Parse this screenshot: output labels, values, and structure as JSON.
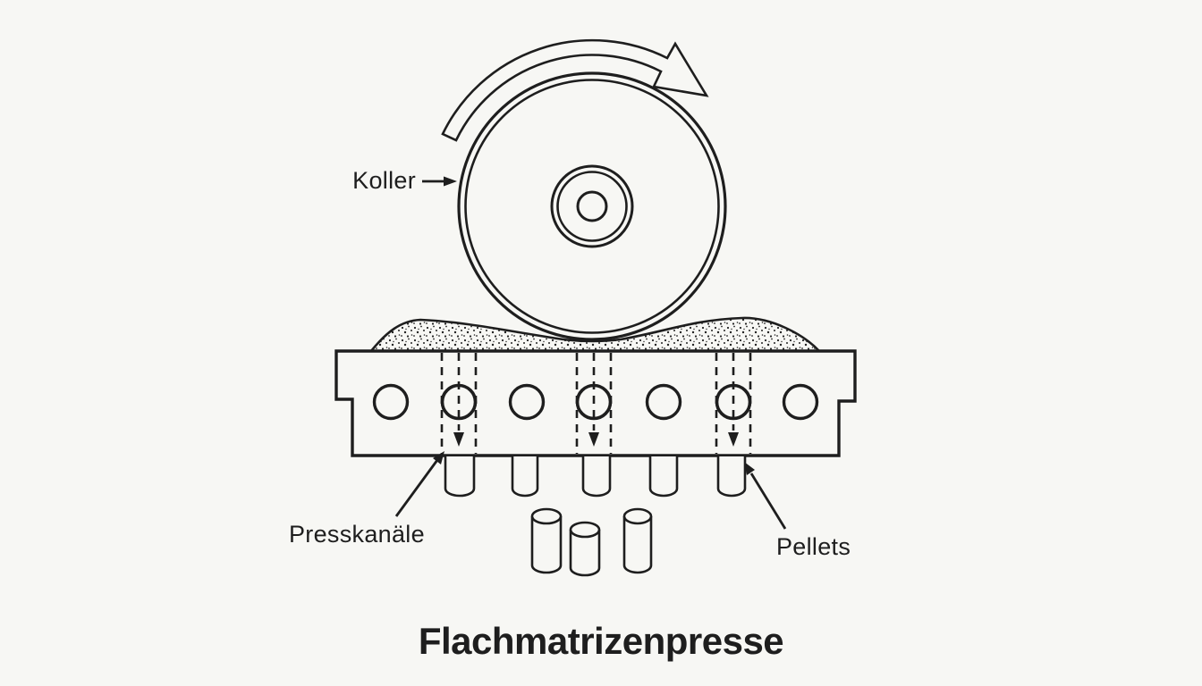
{
  "colors": {
    "background": "#f7f7f4",
    "ink": "#1e1e1e"
  },
  "title": "Flachmatrizenpresse",
  "labels": {
    "roller": "Koller",
    "press_channels": "Presskanäle",
    "pellets": "Pellets"
  },
  "diagram": {
    "type": "technical-line-diagram",
    "subject": "flat die pellet press (flat matrix press)",
    "roller_rotation": "clockwise",
    "die_hole_count": 7,
    "press_channel_count": 3,
    "pellets_extruding_count": 5,
    "pellets_falling_count": 3
  }
}
